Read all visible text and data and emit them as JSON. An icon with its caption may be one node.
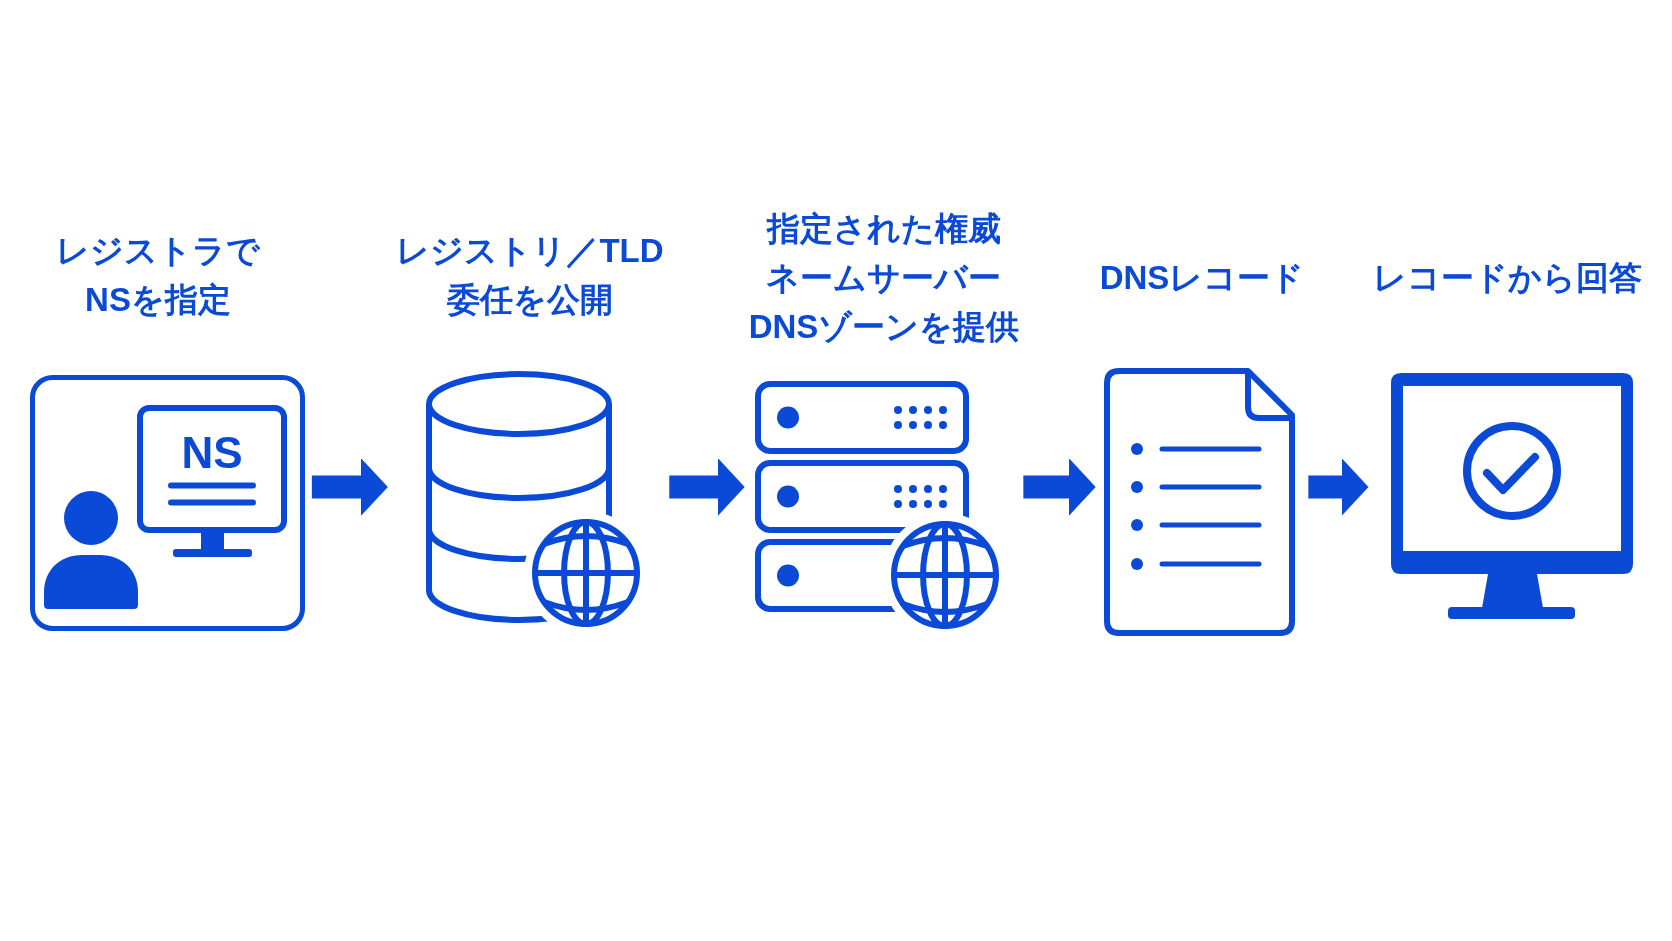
{
  "diagram": {
    "nodes": [
      {
        "text": [
          "レジストラでNSを指定"
        ]
      },
      {
        "text": [
          "NS"
        ],
        "in": 0
      },
      {
        "text": [
          "レジストリ／TLD委任を公開"
        ]
      },
      {
        "text": [
          "指定された権威ネームサーバー",
          "DNSゾーンを提供"
        ]
      },
      {
        "text": [
          "DNSレコード"
        ]
      },
      {
        "text": [
          "レコードから回答"
        ]
      }
    ],
    "edges": [
      {
        "from": 0,
        "to": 2,
        "arrow": "to"
      },
      {
        "from": 2,
        "to": 3,
        "arrow": "to"
      },
      {
        "from": 3,
        "to": 4,
        "arrow": "to"
      },
      {
        "from": 4,
        "to": 5,
        "arrow": "to"
      }
    ]
  }
}
